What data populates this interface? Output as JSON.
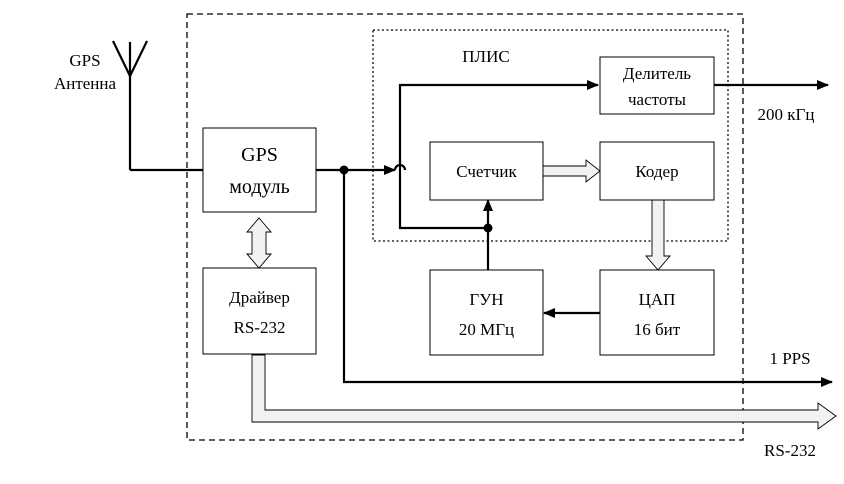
{
  "antenna": {
    "line1": "GPS",
    "line2": "Антенна"
  },
  "fpga": {
    "label": "ПЛИС"
  },
  "blocks": {
    "gps_module": {
      "line1": "GPS",
      "line2": "модуль"
    },
    "driver": {
      "line1": "Драйвер",
      "line2": "RS-232"
    },
    "divider": {
      "line1": "Делитель",
      "line2": "частоты"
    },
    "counter": {
      "line1": "Счетчик"
    },
    "encoder": {
      "line1": "Кодер"
    },
    "vco": {
      "line1": "ГУН",
      "line2": "20 МГц"
    },
    "dac": {
      "line1": "ЦАП",
      "line2": "16 бит"
    }
  },
  "outputs": {
    "freq": "200 кГц",
    "pps": "1 PPS",
    "rs232": "RS-232"
  }
}
